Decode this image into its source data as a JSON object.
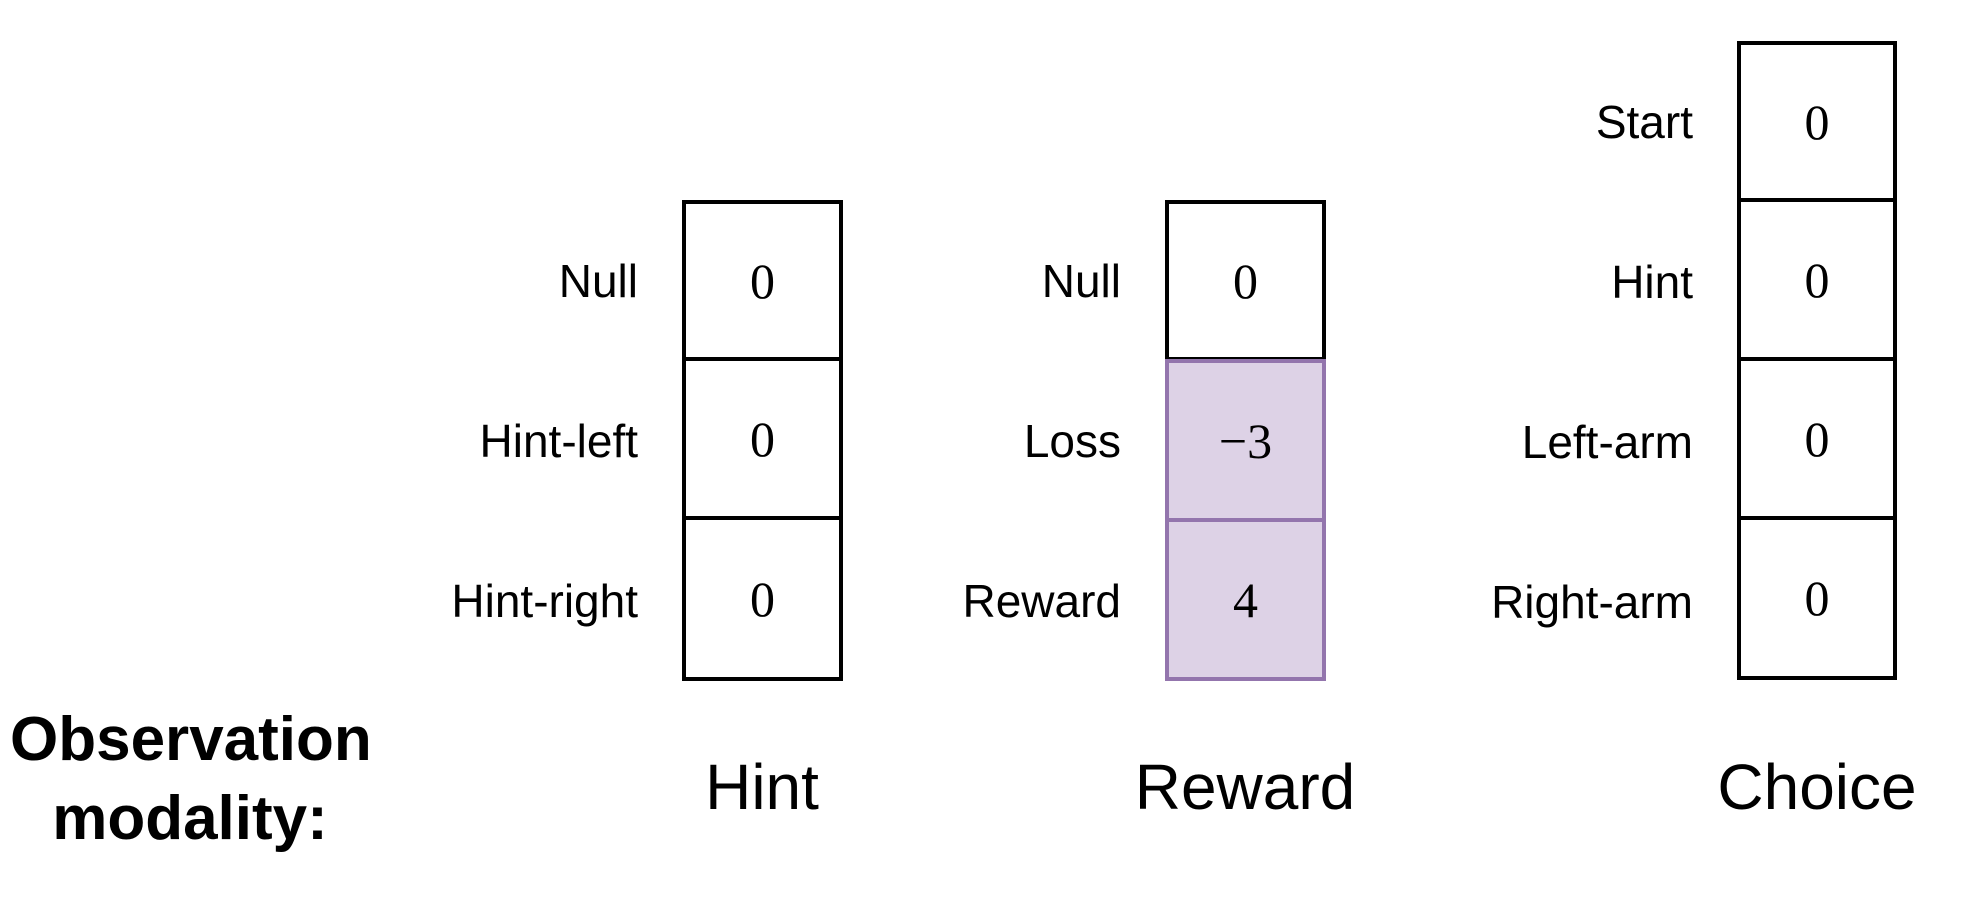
{
  "caption": {
    "line1": "Observation",
    "line2": "modality:"
  },
  "modalities": [
    {
      "title": "Hint",
      "labels": [
        "Null",
        "Hint-left",
        "Hint-right"
      ],
      "values": [
        "0",
        "0",
        "0"
      ],
      "highlighted": [
        false,
        false,
        false
      ]
    },
    {
      "title": "Reward",
      "labels": [
        "Null",
        "Loss",
        "Reward"
      ],
      "values": [
        "0",
        "−3",
        "4"
      ],
      "highlighted": [
        false,
        true,
        true
      ]
    },
    {
      "title": "Choice",
      "labels": [
        "Start",
        "Hint",
        "Left-arm",
        "Right-arm"
      ],
      "values": [
        "0",
        "0",
        "0",
        "0"
      ],
      "highlighted": [
        false,
        false,
        false,
        false
      ]
    }
  ],
  "colors": {
    "border": "#000000",
    "highlight_fill": "#ddd2e6",
    "highlight_border": "#9375ad",
    "text": "#000000",
    "background": "#ffffff"
  }
}
